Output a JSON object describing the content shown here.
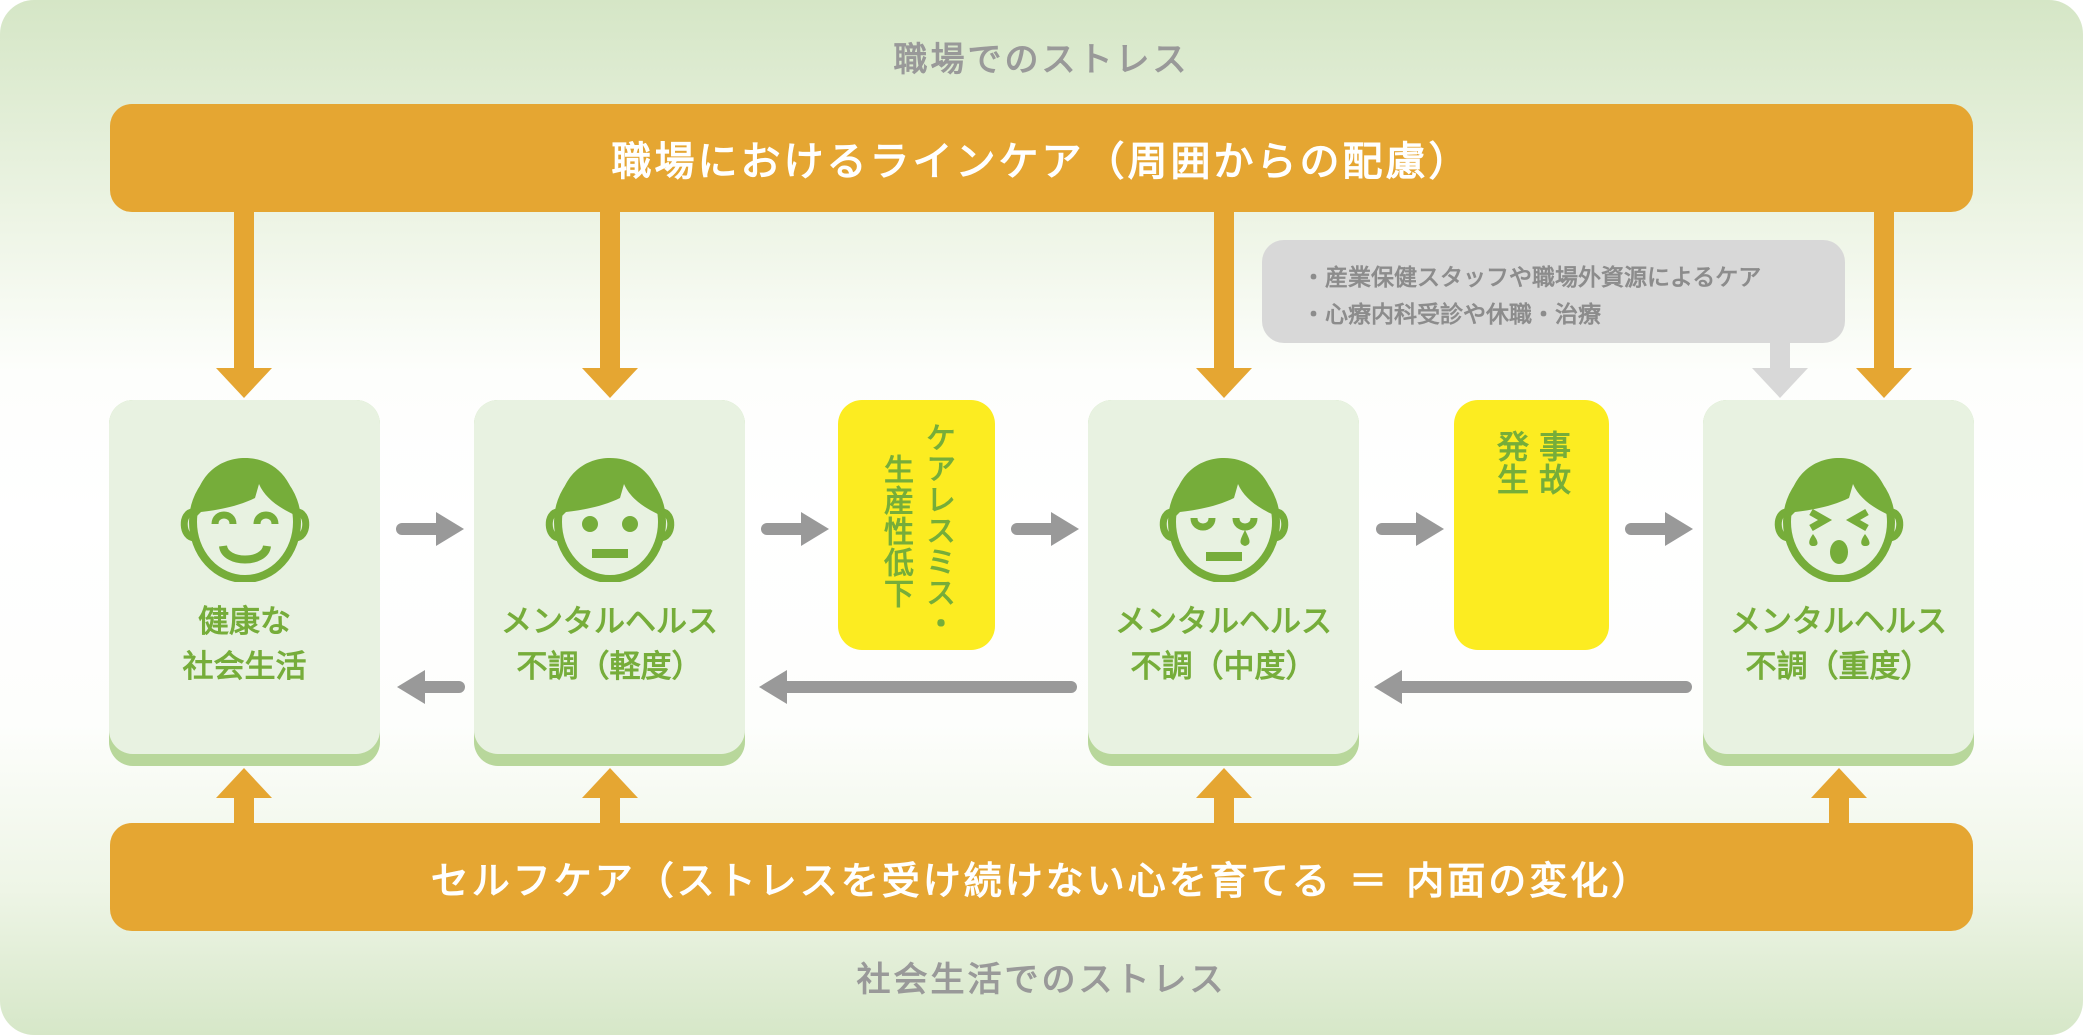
{
  "diagram": {
    "top_zone_label": "職場でのストレス",
    "bottom_zone_label": "社会生活でのストレス",
    "line_care_bar": "職場におけるラインケア（周囲からの配慮）",
    "self_care_bar": "セルフケア（ストレスを受け続けない心を育てる ＝ 内面の変化）",
    "external_care_note": [
      "・産業保健スタッフや職場外資源によるケア",
      "・心療内科受診や休職・治療"
    ],
    "stages": [
      {
        "line1": "健康な",
        "line2": "社会生活",
        "face": "smiling-face-icon"
      },
      {
        "line1": "メンタルヘルス",
        "line2": "不調（軽度）",
        "face": "neutral-face-icon"
      },
      {
        "line1": "メンタルヘルス",
        "line2": "不調（中度）",
        "face": "tearful-face-icon"
      },
      {
        "line1": "メンタルヘルス",
        "line2": "不調（重度）",
        "face": "crying-face-icon"
      }
    ],
    "events": [
      {
        "col1": "ケアレスミス・",
        "col2": "生産性低下"
      },
      {
        "col1": "事故",
        "col2": "発生"
      }
    ],
    "colors": {
      "orange": "#e5a632",
      "green": "#76ad3a",
      "card_bg": "#e8f2e1",
      "card_shadow": "#b8d79b",
      "yellow": "#fcec21",
      "arrow_gray": "#999999",
      "note_gray": "#d8d8d8",
      "label_gray": "#999999"
    }
  }
}
